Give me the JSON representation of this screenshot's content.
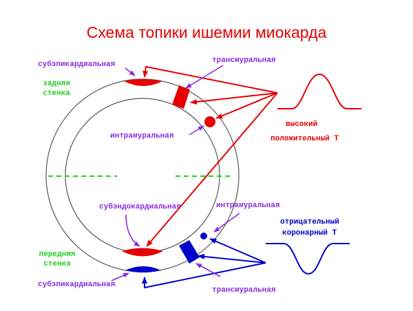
{
  "title": "Схема топики ишемии миокарда",
  "labels": {
    "subepicardial_top": "субэпикардиальная",
    "back_wall_1": "задняя",
    "back_wall_2": "стенка",
    "transmural_top": "трансмуральная",
    "intramural_top": "интрамуральная",
    "subendocardial": "субэндокардиальная",
    "intramural_bottom": "интрамуральная",
    "front_wall_1": "передняя",
    "front_wall_2": "стенка",
    "subepicardial_bottom": "субэпикардиальная",
    "transmural_bottom": "трансмуральная",
    "high_t_1": "высокий",
    "high_t_2": "положительный Т",
    "neg_t_1": "отрицательный",
    "neg_t_2": "коронарный Т"
  },
  "colors": {
    "ischemia_red": "#e60000",
    "ischemia_blue": "#0000cc",
    "label_purple": "#8a2be2",
    "wall_green": "#1fd11f"
  }
}
